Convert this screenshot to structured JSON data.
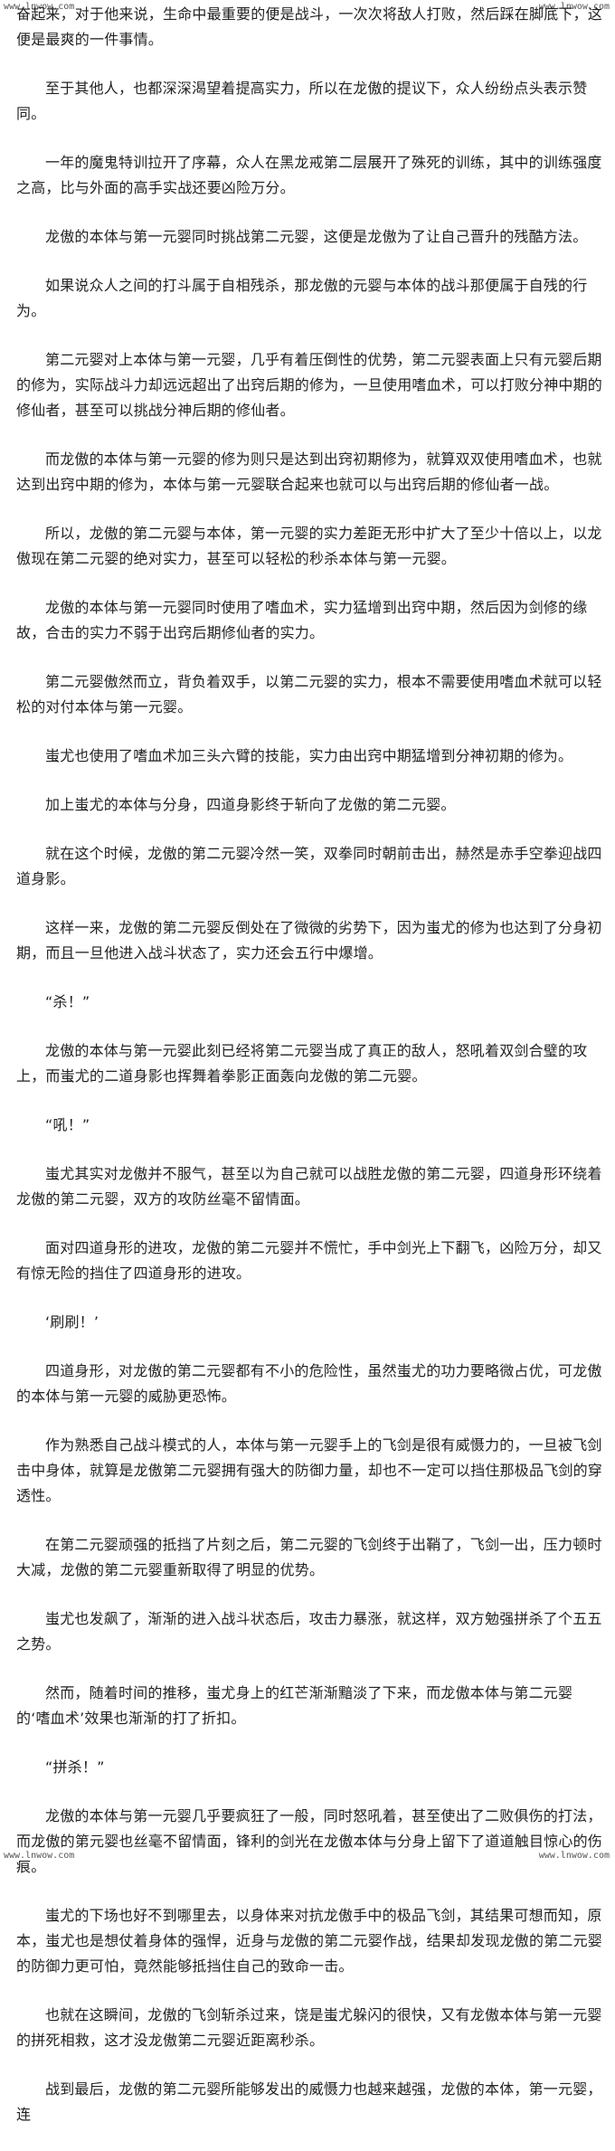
{
  "watermarks": {
    "top_left": "www.lnwow.com",
    "top_right": "www.lnwow.com",
    "bottom_left": "www.lnwow.com",
    "bottom_right": "www.lnwow.com"
  },
  "paragraphs": [
    "奋起来，对于他来说，生命中最重要的便是战斗，一次次将敌人打败，然后踩在脚底下，这便是最爽的一件事情。",
    "至于其他人，也都深深渴望着提高实力，所以在龙傲的提议下，众人纷纷点头表示赞同。",
    "一年的魔鬼特训拉开了序幕，众人在黑龙戒第二层展开了殊死的训练，其中的训练强度之高，比与外面的高手实战还要凶险万分。",
    "龙傲的本体与第一元婴同时挑战第二元婴，这便是龙傲为了让自己晋升的残酷方法。",
    "如果说众人之间的打斗属于自相残杀，那龙傲的元婴与本体的战斗那便属于自残的行为。",
    "第二元婴对上本体与第一元婴，几乎有着压倒性的优势，第二元婴表面上只有元婴后期的修为，实际战斗力却远远超出了出窍后期的修为，一旦使用嗜血术，可以打败分神中期的修仙者，甚至可以挑战分神后期的修仙者。",
    "而龙傲的本体与第一元婴的修为则只是达到出窍初期修为，就算双双使用嗜血术，也就达到出窍中期的修为，本体与第一元婴联合起来也就可以与出窍后期的修仙者一战。",
    "所以，龙傲的第二元婴与本体，第一元婴的实力差距无形中扩大了至少十倍以上，以龙傲现在第二元婴的绝对实力，甚至可以轻松的秒杀本体与第一元婴。",
    "龙傲的本体与第一元婴同时使用了嗜血术，实力猛增到出窍中期，然后因为剑修的缘故，合击的实力不弱于出窍后期修仙者的实力。",
    "第二元婴傲然而立，背负着双手，以第二元婴的实力，根本不需要使用嗜血术就可以轻松的对付本体与第一元婴。",
    "蚩尤也使用了嗜血术加三头六臂的技能，实力由出窍中期猛增到分神初期的修为。",
    "加上蚩尤的本体与分身，四道身影终于斩向了龙傲的第二元婴。",
    "就在这个时候，龙傲的第二元婴冷然一笑，双拳同时朝前击出，赫然是赤手空拳迎战四道身影。",
    "这样一来，龙傲的第二元婴反倒处在了微微的劣势下，因为蚩尤的修为也达到了分身初期，而且一旦他进入战斗状态了，实力还会五行中爆增。",
    "“杀！”",
    "龙傲的本体与第一元婴此刻已经将第二元婴当成了真正的敌人，怒吼着双剑合璧的攻上，而蚩尤的二道身影也挥舞着拳影正面轰向龙傲的第二元婴。",
    "“吼！”",
    "蚩尤其实对龙傲并不服气，甚至以为自己就可以战胜龙傲的第二元婴，四道身形环绕着龙傲的第二元婴，双方的攻防丝毫不留情面。",
    "面对四道身形的进攻，龙傲的第二元婴并不慌忙，手中剑光上下翻飞，凶险万分，却又有惊无险的挡住了四道身形的进攻。",
    "‘刷刷！’",
    "四道身形，对龙傲的第二元婴都有不小的危险性，虽然蚩尤的功力要略微占优，可龙傲的本体与第一元婴的威胁更恐怖。",
    "作为熟悉自己战斗模式的人，本体与第一元婴手上的飞剑是很有威慑力的，一旦被飞剑击中身体，就算是龙傲第二元婴拥有强大的防御力量，却也不一定可以挡住那极品飞剑的穿透性。",
    "在第二元婴顽强的抵挡了片刻之后，第二元婴的飞剑终于出鞘了，飞剑一出，压力顿时大减，龙傲的第二元婴重新取得了明显的优势。",
    "蚩尤也发飙了，渐渐的进入战斗状态后，攻击力暴涨，就这样，双方勉强拼杀了个五五之势。",
    "然而，随着时间的推移，蚩尤身上的红芒渐渐黯淡了下来，而龙傲本体与第二元婴的‘嗜血术’效果也渐渐的打了折扣。",
    "“拼杀！”",
    "龙傲的本体与第一元婴几乎要疯狂了一般，同时怒吼着，甚至使出了二败俱伤的打法，而龙傲的第元婴也丝毫不留情面，锋利的剑光在龙傲本体与分身上留下了道道触目惊心的伤痕。",
    "蚩尤的下场也好不到哪里去，以身体来对抗龙傲手中的极品飞剑，其结果可想而知，原本，蚩尤也是想仗着身体的强悍，近身与龙傲的第二元婴作战，结果却发现龙傲的第二元婴的防御力更可怕，竟然能够抵挡住自己的致命一击。",
    "也就在这瞬间，龙傲的飞剑斩杀过来，饶是蚩尤躲闪的很快，又有龙傲本体与第一元婴的拼死相救，这才没龙傲第二元婴近距离秒杀。",
    "战到最后，龙傲的第二元婴所能够发出的威慑力也越来越强，龙傲的本体，第一元婴，连"
  ]
}
